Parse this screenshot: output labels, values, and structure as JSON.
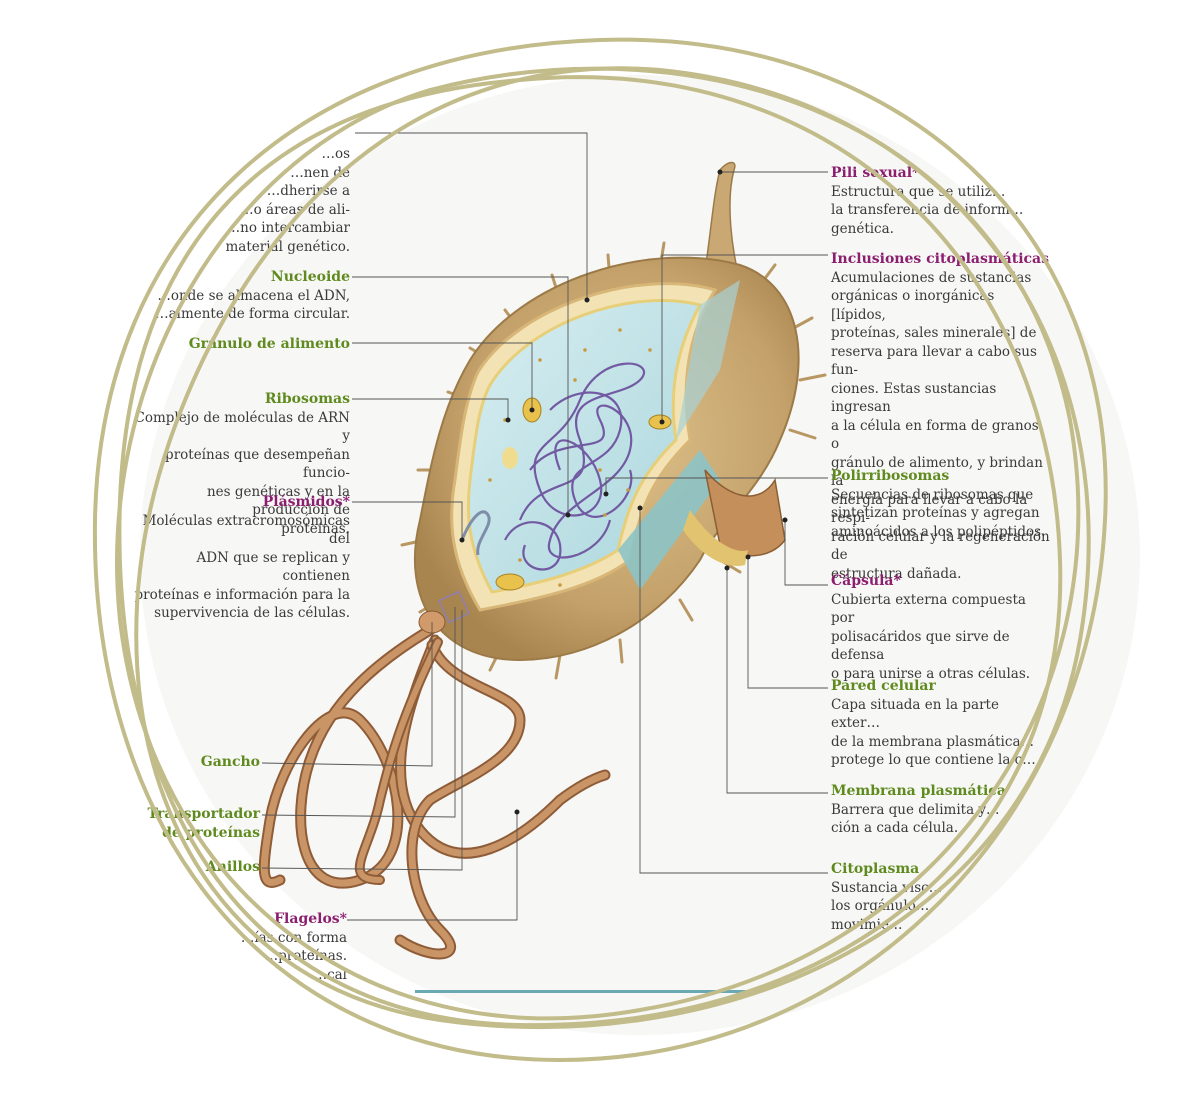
{
  "colors": {
    "label_green": "#5f8a1e",
    "label_purple": "#8b1e6f",
    "ring": "#c2bb8a",
    "capsule": "#c9a873",
    "cytoplasm": "#bfe1e6",
    "dna": "#6a4c9c",
    "flagella": "#b07a4f"
  },
  "labels": {
    "top_left": {
      "body": "…os\n…nen de\n…dherirse a\n…o áreas de ali-\n…no intercambiar\nmaterial genético."
    },
    "nucleoide": {
      "title": "Nucleoide",
      "body": "…onde se almacena el ADN,\n…almente de forma circular."
    },
    "granulo": {
      "title": "Gránulo de alimento"
    },
    "ribosomas": {
      "title": "Ribosomas",
      "body": "Complejo de moléculas de ARN y\nproteínas que desempeñan funcio-\nnes genéticas y en la producción de\nproteínas."
    },
    "plasmidos": {
      "title": "Plásmidos*",
      "body": "Moléculas extracromosómicas del\nADN que se replican y contienen\nproteínas e información para la\nsupervivencia de las células."
    },
    "gancho": {
      "title": "Gancho"
    },
    "transportador": {
      "title": "Transportador\nde proteínas"
    },
    "anillos": {
      "title": "Anillos"
    },
    "flagelos": {
      "title": "Flagelos*",
      "body": "…ías con forma\n…proteínas.\n…cal"
    },
    "pili": {
      "title": "Pili sexual*",
      "body": "Estructura que se utiliz…\nla transferencia de inform…\ngenética."
    },
    "inclusiones": {
      "title": "Inclusiones citoplasmáticas",
      "body": "Acumulaciones de sustancias\norgánicas o inorgánicas [lípidos,\nproteínas, sales minerales] de\nreserva para llevar a cabo sus fun-\nciones. Estas sustancias ingresan\na la célula en forma de granos o\ngránulo de alimento, y brindan la\nenergía para llevar a cabo la respi-\nración celular y la regeneración de\nestructura dañada."
    },
    "polirribosomas": {
      "title": "Polirribosomas",
      "body": "Secuencias de ribosomas que\nsintetizan proteínas y agregan\naminoácidos a los polipéptidos."
    },
    "capsula": {
      "title": "Cápsula*",
      "body": "Cubierta externa compuesta por\npolisacáridos que sirve de defensa\no para unirse a otras células."
    },
    "pared": {
      "title": "Pared celular",
      "body": "Capa situada en la parte exter…\nde la membrana plasmática…\nprotege lo que contiene la c…"
    },
    "membrana": {
      "title": "Membrana plasmática",
      "body": "Barrera que delimita y…\nción a cada célula."
    },
    "citoplasma": {
      "title": "Citoplasma",
      "body": "Sustancia visc…\nlos orgánulo…\nmovimie…"
    }
  }
}
